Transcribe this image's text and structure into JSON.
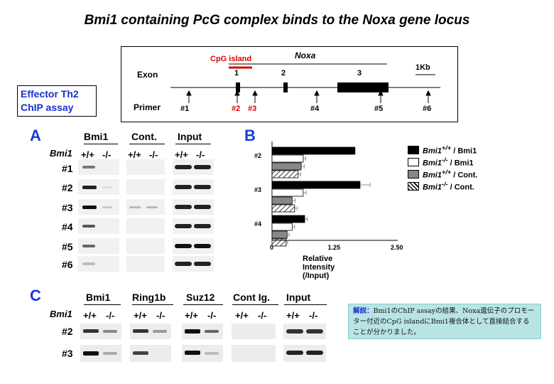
{
  "title": "Bmi1 containing PcG complex binds to the Noxa gene locus",
  "gene_map": {
    "cpg_label": "CpG island",
    "gene_name": "Noxa",
    "exon_label": "Exon",
    "exons": [
      "1",
      "2",
      "3"
    ],
    "scale_label": "1Kb",
    "primer_label": "Primer",
    "primers": [
      "#1",
      "#2",
      "#3",
      "#4",
      "#5",
      "#6"
    ]
  },
  "assay_label_1": "Effector Th2",
  "assay_label_2": "ChIP assay",
  "panel_a": {
    "letter": "A",
    "headers": [
      "Bmi1",
      "Cont.",
      "Input"
    ],
    "row_label": "Bmi1",
    "genotypes": [
      "+/+",
      "-/-"
    ],
    "rows": [
      "#1",
      "#2",
      "#3",
      "#4",
      "#5",
      "#6"
    ]
  },
  "panel_b": {
    "letter": "B"
  },
  "panel_c": {
    "letter": "C",
    "headers": [
      "Bmi1",
      "Ring1b",
      "Suz12",
      "Cont Ig.",
      "Input"
    ],
    "row_label": "Bmi1",
    "genotypes": [
      "+/+",
      "-/-"
    ],
    "rows": [
      "#2",
      "#3"
    ]
  },
  "note": {
    "keyword": "解説：",
    "text": "Bmi1のChIP assayの結果、Noxa遺伝子のプロモーター付近のCpG islandにBmi1複合体として直接結合することが分かりました。"
  },
  "chart_data": {
    "type": "bar",
    "orientation": "horizontal",
    "categories": [
      "#2",
      "#3",
      "#4"
    ],
    "series": [
      {
        "name": "Bmi1+/+ / Bmi1",
        "values": [
          1.65,
          1.75,
          0.65
        ],
        "errors": [
          0.0,
          0.2,
          0.05
        ],
        "fill": "#000000"
      },
      {
        "name": "Bmi1-/- / Bmi1",
        "values": [
          0.62,
          0.62,
          0.4
        ],
        "errors": [
          0.05,
          0.06,
          0.05
        ],
        "fill": "#ffffff"
      },
      {
        "name": "Bmi1+/+ / Cont.",
        "values": [
          0.58,
          0.4,
          0.3
        ],
        "errors": [
          0.06,
          0.06,
          0.04
        ],
        "fill": "#888888"
      },
      {
        "name": "Bmi1-/- / Cont.",
        "values": [
          0.52,
          0.45,
          0.28
        ],
        "errors": [
          0.05,
          0.05,
          0.03
        ],
        "fill": "hatch"
      }
    ],
    "legend_labels": [
      {
        "gene": "Bmi1",
        "sup": "+/+",
        "suffix": " / Bmi1"
      },
      {
        "gene": "Bmi1",
        "sup": "-/-",
        "suffix": " / Bmi1"
      },
      {
        "gene": "Bmi1",
        "sup": "+/+",
        "suffix": " / Cont."
      },
      {
        "gene": "Bmi1",
        "sup": "-/-",
        "suffix": " / Cont."
      }
    ],
    "xlim": [
      0,
      2.5
    ],
    "xticks": [
      "0",
      "1.25",
      "2.50"
    ],
    "xlabel": "Relative Intensity (/Input)"
  }
}
